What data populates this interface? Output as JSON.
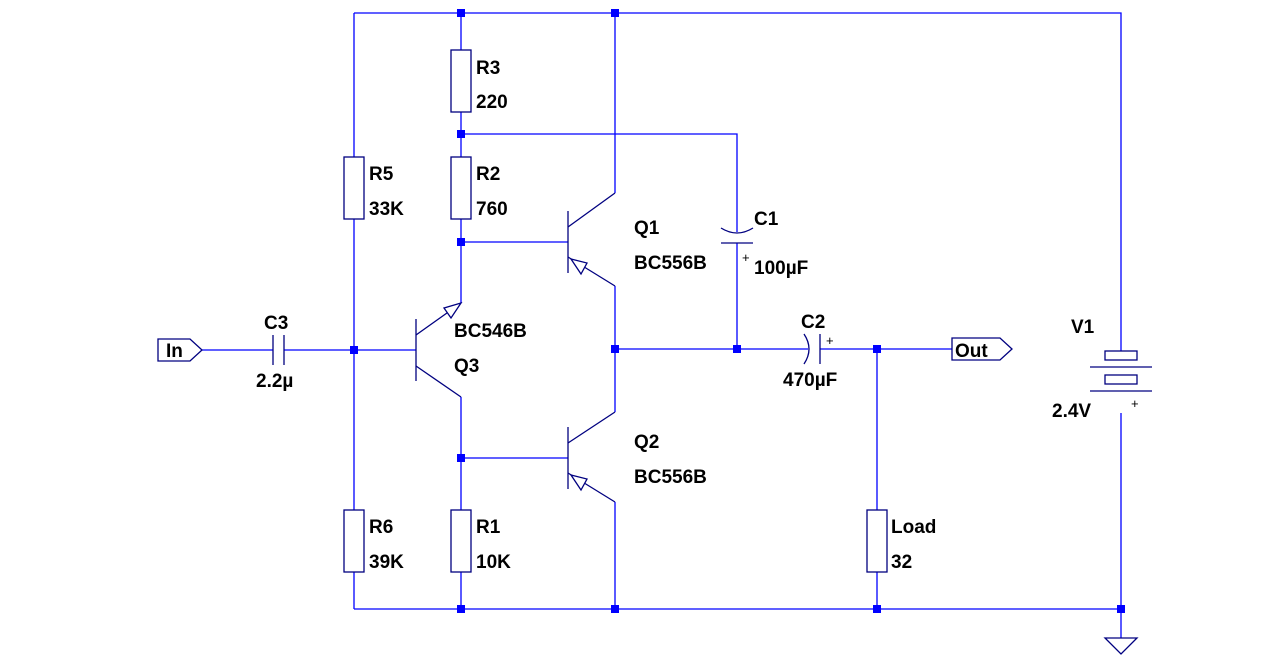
{
  "components": {
    "R3": {
      "name": "R3",
      "value": "220"
    },
    "R2": {
      "name": "R2",
      "value": "760"
    },
    "R5": {
      "name": "R5",
      "value": "33K"
    },
    "R6": {
      "name": "R6",
      "value": "39K"
    },
    "R1": {
      "name": "R1",
      "value": "10K"
    },
    "Load": {
      "name": "Load",
      "value": "32"
    },
    "C1": {
      "name": "C1",
      "value": "100µF",
      "polarity": "+"
    },
    "C2": {
      "name": "C2",
      "value": "470µF",
      "polarity": "+"
    },
    "C3": {
      "name": "C3",
      "value": "2.2µ"
    },
    "Q1": {
      "name": "Q1",
      "model": "BC556B"
    },
    "Q2": {
      "name": "Q2",
      "model": "BC556B"
    },
    "Q3": {
      "name": "Q3",
      "model": "BC546B"
    },
    "V1": {
      "name": "V1",
      "value": "2.4V",
      "polarity": "+"
    }
  },
  "ports": {
    "input": "In",
    "output": "Out"
  },
  "colors": {
    "wire": "#0000ff",
    "component": "#000080",
    "text": "#000000",
    "background": "#ffffff"
  }
}
